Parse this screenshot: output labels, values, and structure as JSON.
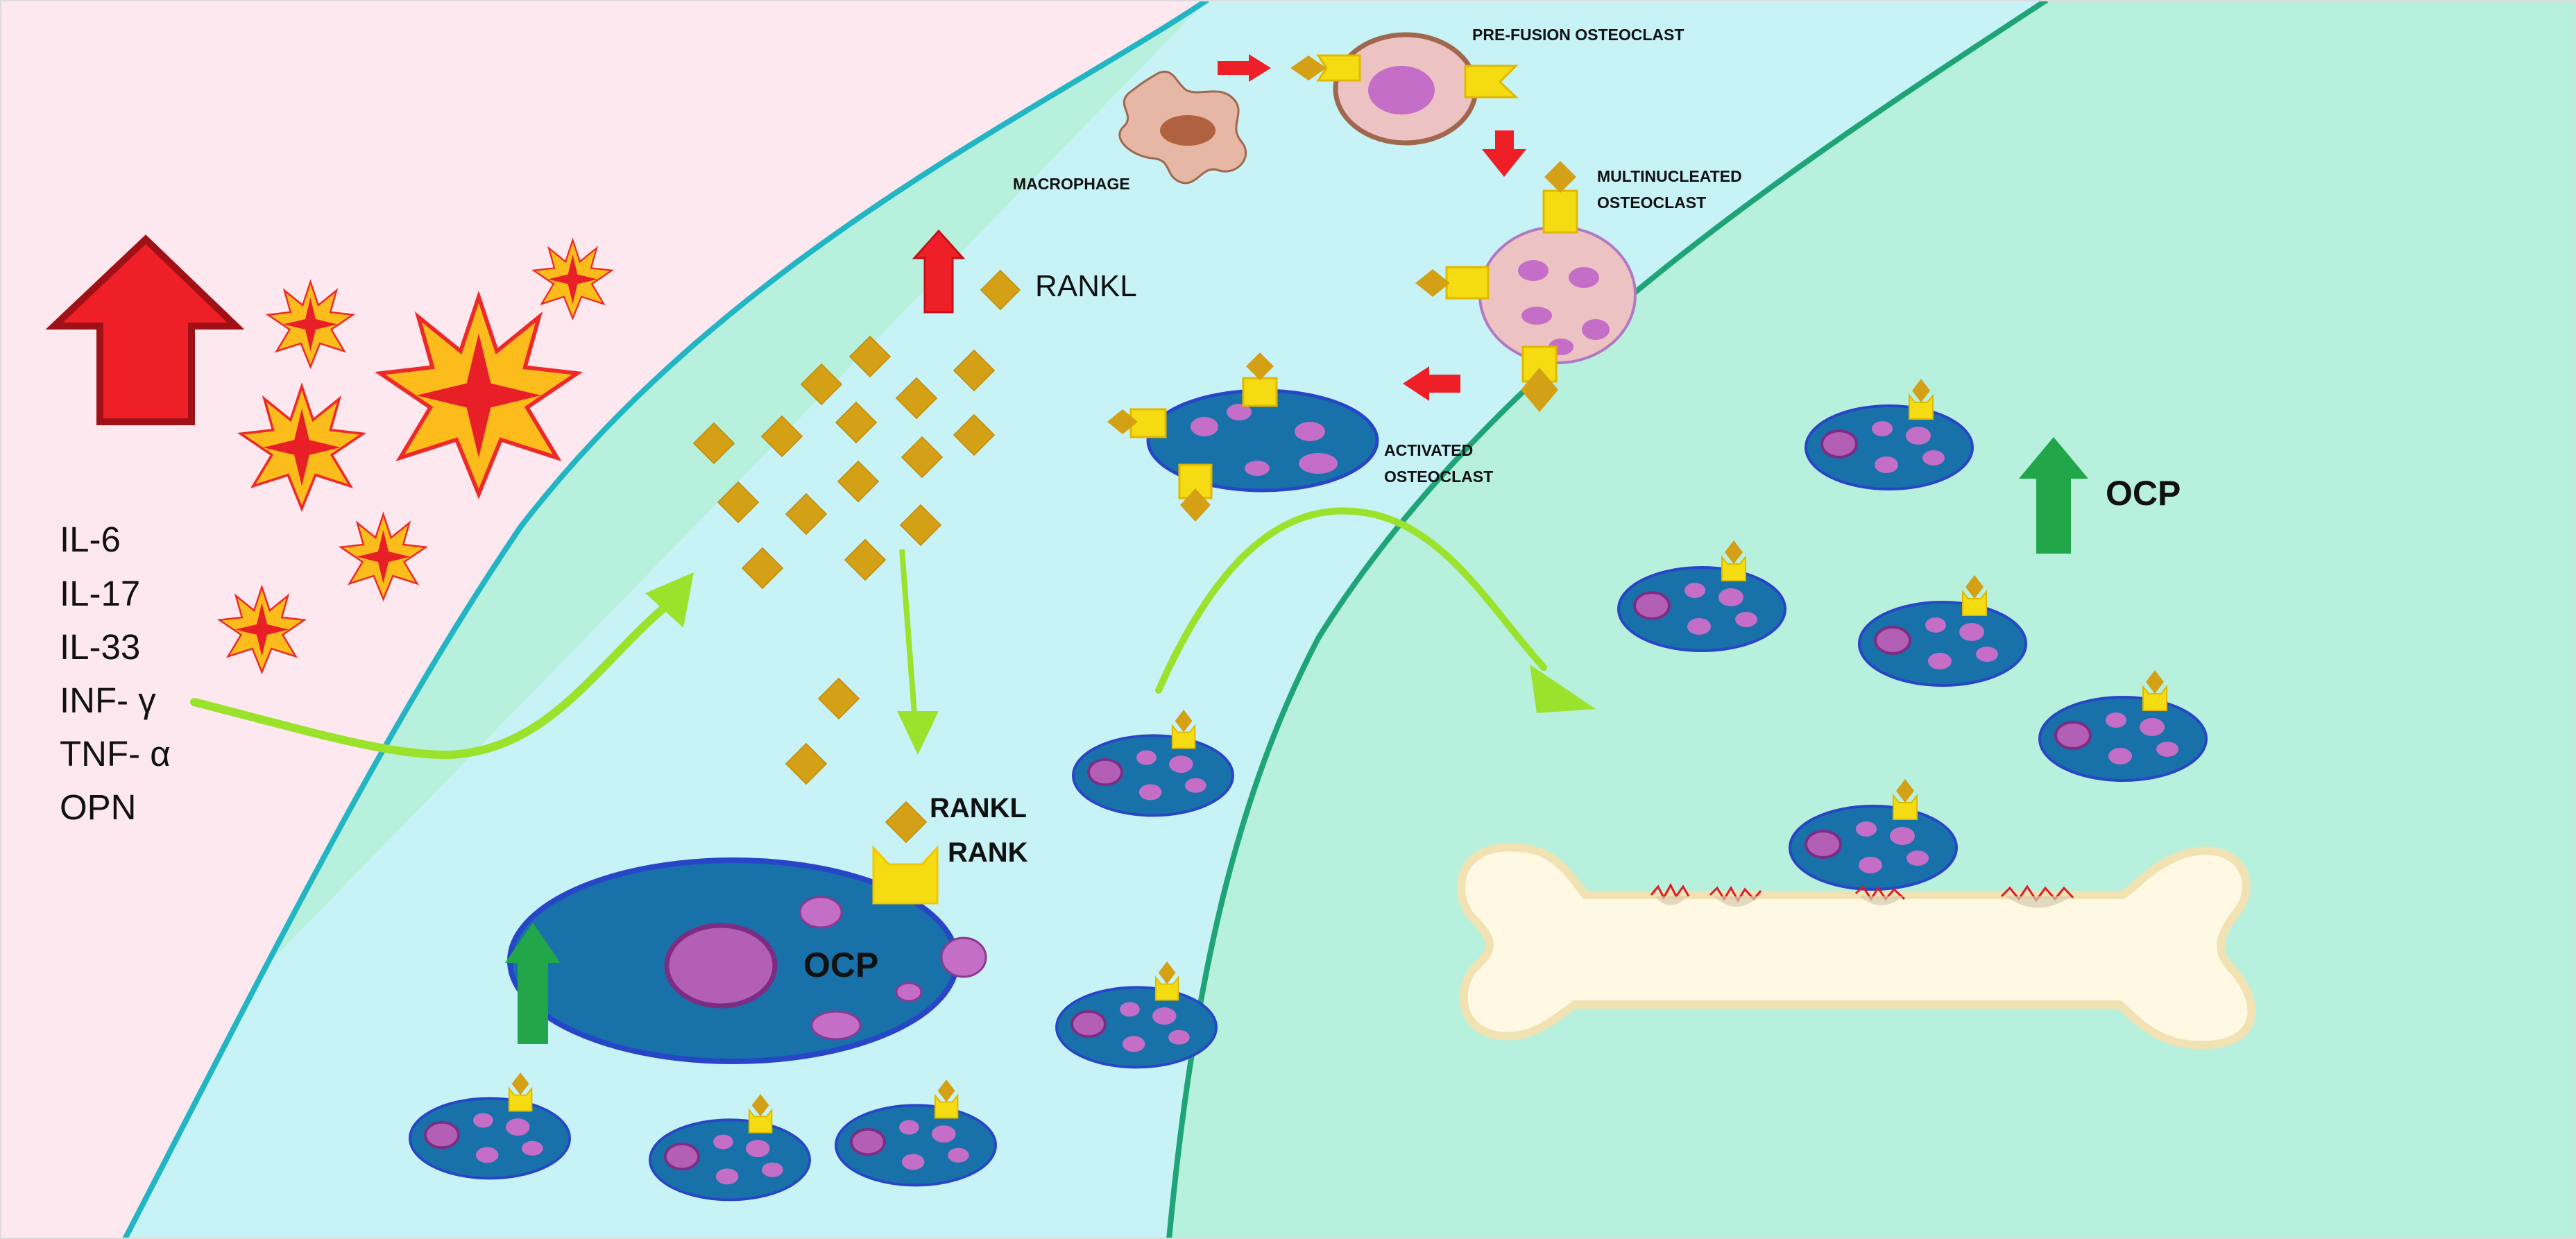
{
  "cytokines": [
    "IL-6",
    "IL-17",
    "IL-33",
    "INF- γ",
    "TNF- α",
    "OPN"
  ],
  "labels": {
    "rankl_top": "RANKL",
    "rankl": "RANKL",
    "rank": "RANK",
    "ocp_big": "OCP",
    "ocp_right": "OCP",
    "macrophage": "MACROPHAGE",
    "pre_fusion": "PRE-FUSION OSTEOCLAST",
    "multinucleated_line1": "MULTINUCLEATED",
    "multinucleated_line2": "OSTEOCLAST",
    "activated_line1": "ACTIVATED",
    "activated_line2": "OSTEOCLAST"
  },
  "colors": {
    "panel_left": "#fde8ef",
    "panel_middle": "#c7f3f6",
    "panel_right": "#b7f0dc",
    "boundary_left": "#22b5c4",
    "boundary_right": "#1fa478",
    "increase_arrow_red": "#ee1f27",
    "increase_arrow_green": "#21a64a",
    "flow_arrow": "#9be22c",
    "rankl_diamond": "#d4a016",
    "rank_receptor": "#f4db12",
    "cell_body": "#1871a8",
    "cell_outline": "#2746c7",
    "nucleus": "#b25fb5",
    "bone_fill": "#fff8e3",
    "bone_outline": "#f1e2b4",
    "erosion_red": "#e21a22"
  },
  "icons": [
    "red-up-arrow-icon",
    "green-up-arrow-icon",
    "burst-star-icon",
    "rankl-diamond-icon",
    "rank-receptor-icon",
    "bone-icon",
    "macrophage-icon"
  ]
}
